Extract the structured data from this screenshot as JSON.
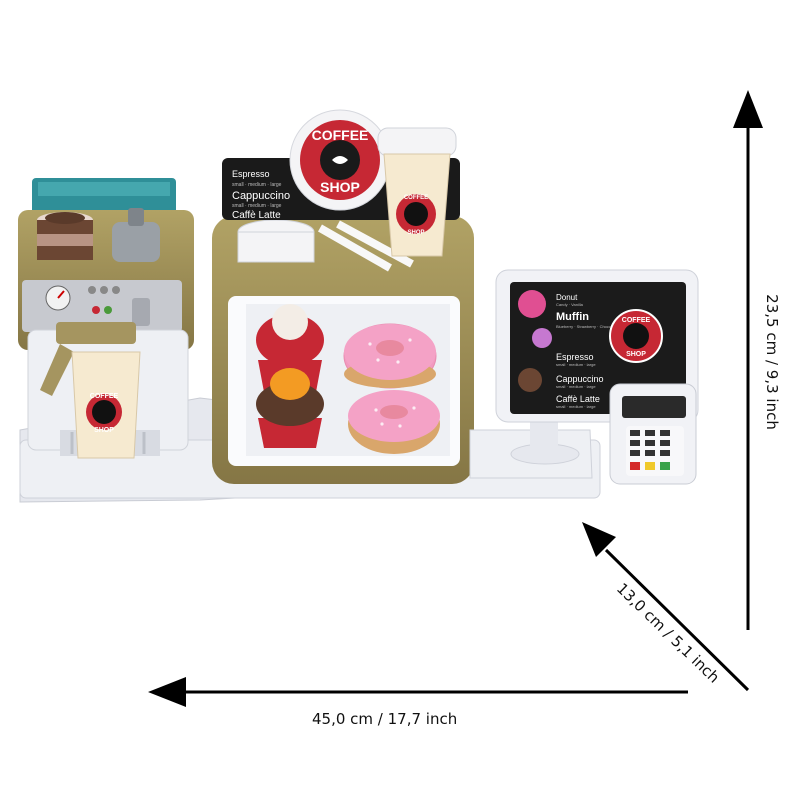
{
  "dimensions": {
    "width": "45,0 cm / 17,7 inch",
    "height": "23,5 cm / 9,3 inch",
    "depth": "13,0 cm / 5,1 inch"
  },
  "sign": {
    "line1": "COFFEE",
    "line2": "SHOP"
  },
  "menu_board": {
    "items": [
      {
        "name": "Espresso",
        "sizes": "small · medium · large"
      },
      {
        "name": "Cappuccino",
        "sizes": "small · medium · large"
      },
      {
        "name": "Caffè Latte",
        "sizes": ""
      }
    ]
  },
  "register_screen": {
    "items": [
      {
        "name": "Donut",
        "sub": "Candy · Vanilla"
      },
      {
        "name": "Muffin",
        "sub": "Blueberry · Strawberry · Chocolate"
      },
      {
        "name": "Espresso",
        "sub": "small · medium · large"
      },
      {
        "name": "Cappuccino",
        "sub": "small · medium · large"
      },
      {
        "name": "Caffè Latte",
        "sub": "small · medium · large"
      }
    ],
    "logo_line1": "COFFEE",
    "logo_line2": "SHOP"
  },
  "cup_label": {
    "line1": "COFFEE",
    "line2": "SHOP"
  },
  "colors": {
    "gold": "#9a8a4e",
    "white_plastic": "#eef0f4",
    "pink": "#f29ac0",
    "red": "#c62834",
    "teal": "#2f8f98"
  }
}
